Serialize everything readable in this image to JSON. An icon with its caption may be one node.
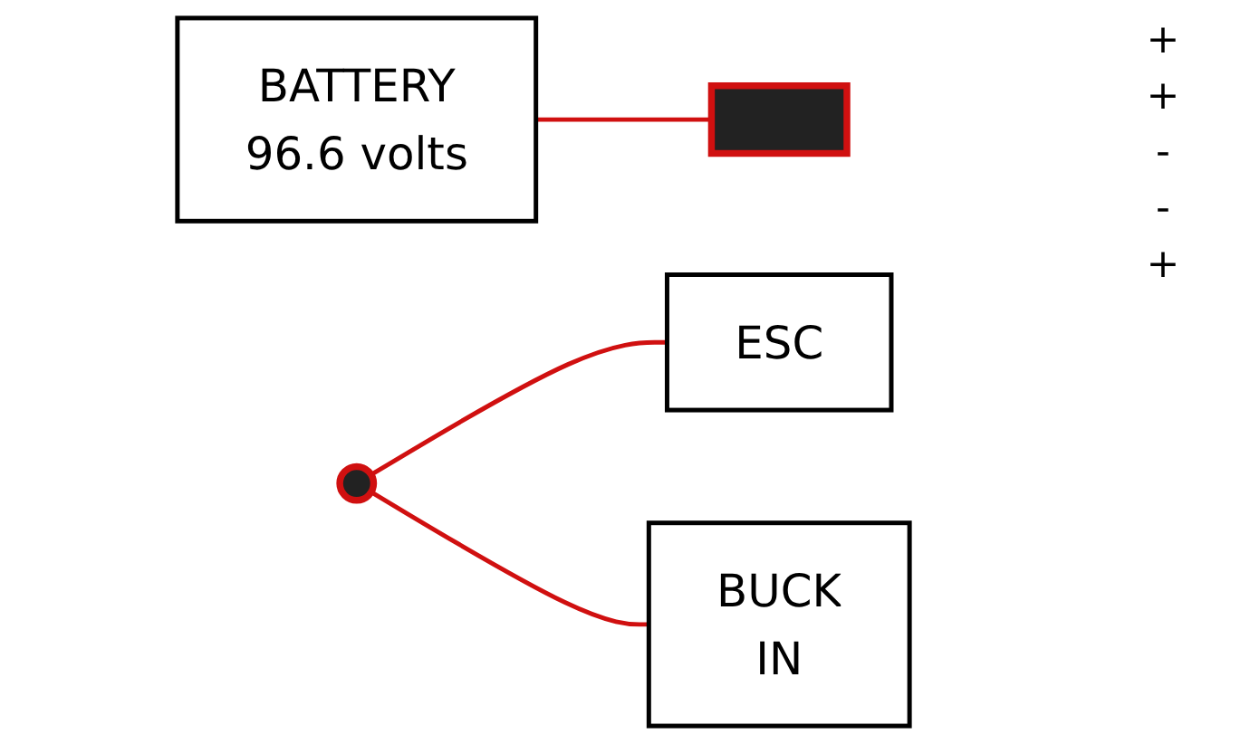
{
  "diagram": {
    "nodes": [
      {
        "text": [
          "BATTERY",
          "96.6 volts"
        ]
      },
      {
        "text": [],
        "shape": "box"
      },
      {
        "text": [],
        "shape": "circle"
      },
      {
        "text": [
          "ESC"
        ]
      },
      {
        "text": [
          "BUCK",
          "IN"
        ]
      }
    ],
    "edges": [
      {
        "from": 0,
        "to": 1,
        "arrow": "none"
      },
      {
        "from": 2,
        "to": 3,
        "arrow": "none"
      },
      {
        "from": 2,
        "to": 4,
        "arrow": "none"
      }
    ],
    "labels": [
      "+",
      "+",
      "-",
      "-",
      "+"
    ]
  }
}
